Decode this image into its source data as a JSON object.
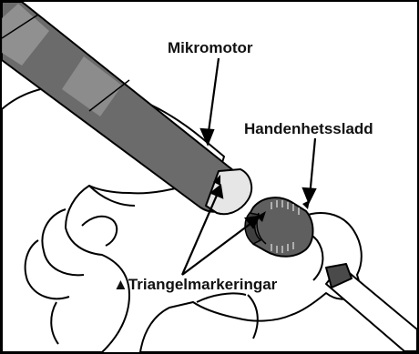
{
  "labels": {
    "mikromotor": "Mikromotor",
    "handenhetssladd": "Handenhetssladd",
    "triangel_prefix": "▲",
    "triangelmarkeringar": "Triangelmarkeringar"
  },
  "colors": {
    "outline": "#000000",
    "motor_body": "#6b6b6b",
    "motor_band": "#9a9a9a",
    "motor_tip": "#e6e6e6",
    "cord_connector": "#5f5f5f",
    "cord_shaft": "#ffffff",
    "hand_fill": "#ffffff",
    "background": "#ffffff"
  }
}
